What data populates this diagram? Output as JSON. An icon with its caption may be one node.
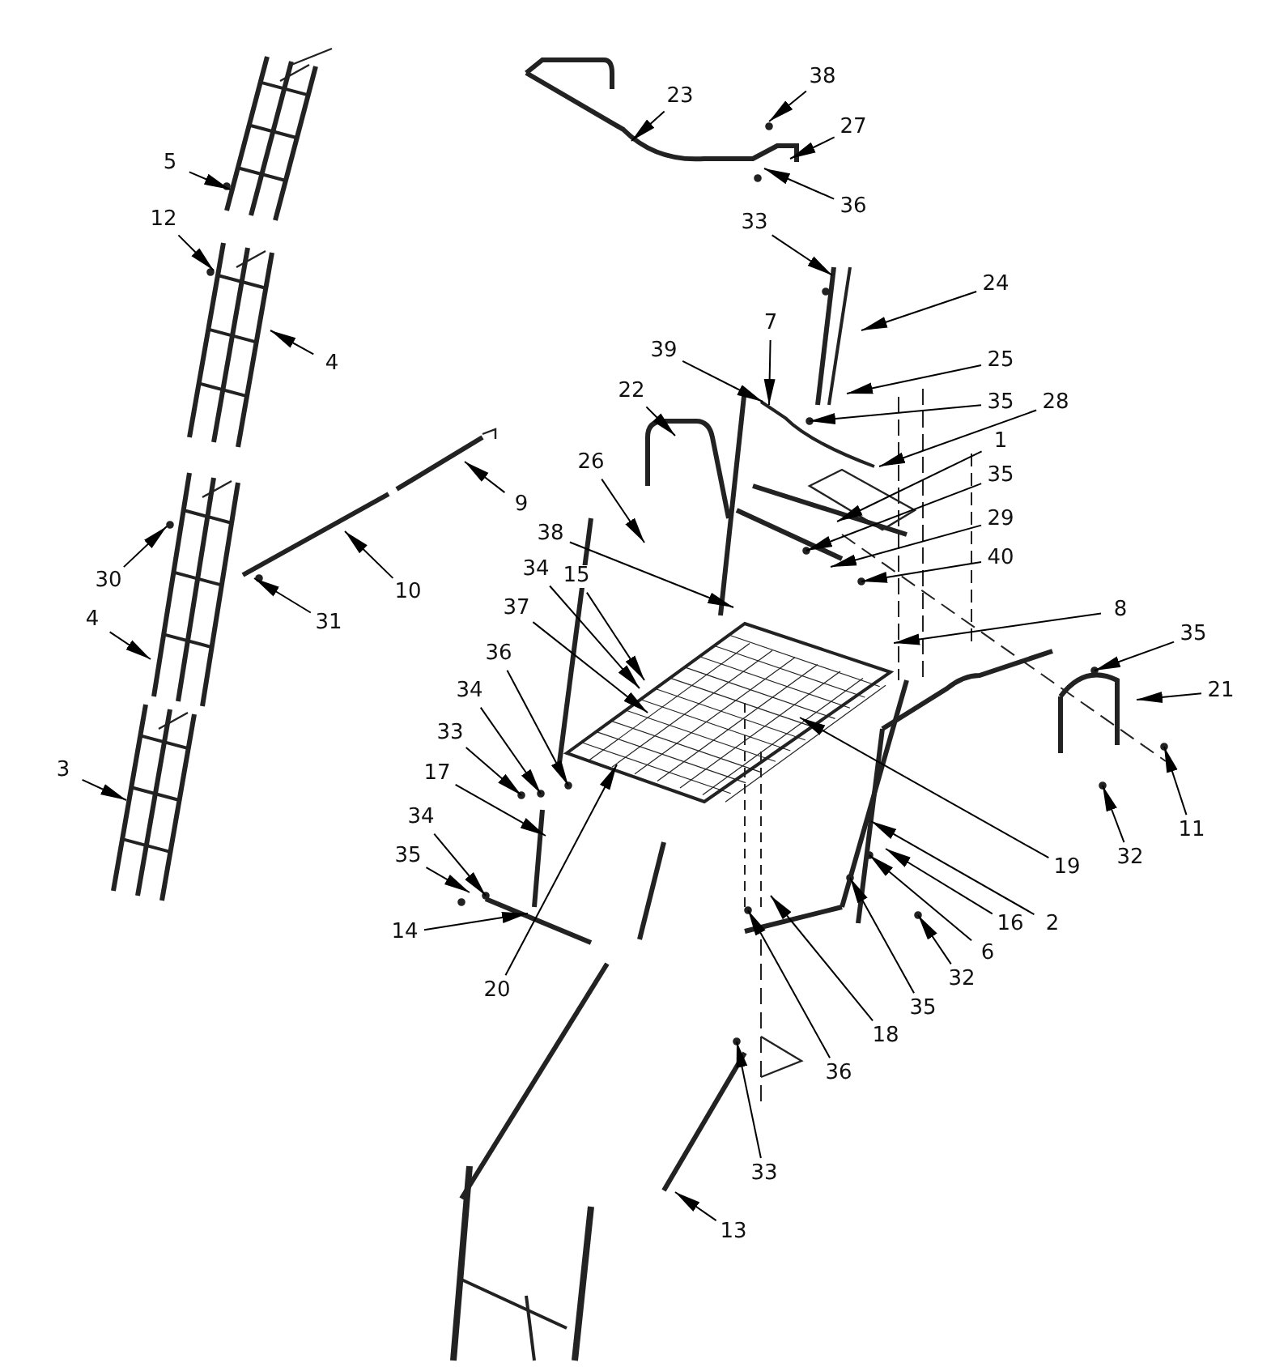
{
  "diagram": {
    "nodes": [
      {
        "text": [
          "5"
        ]
      },
      {
        "text": [
          "12"
        ]
      },
      {
        "text": [
          "4"
        ]
      },
      {
        "text": [
          "30"
        ]
      },
      {
        "text": [
          "4"
        ]
      },
      {
        "text": [
          "3"
        ]
      },
      {
        "text": [
          "10"
        ]
      },
      {
        "text": [
          "31"
        ]
      },
      {
        "text": [
          "9"
        ]
      },
      {
        "text": [
          "23"
        ]
      },
      {
        "text": [
          "38"
        ]
      },
      {
        "text": [
          "27"
        ]
      },
      {
        "text": [
          "36"
        ]
      },
      {
        "text": [
          "33"
        ]
      },
      {
        "text": [
          "24"
        ]
      },
      {
        "text": [
          "7"
        ]
      },
      {
        "text": [
          "39"
        ]
      },
      {
        "text": [
          "25"
        ]
      },
      {
        "text": [
          "35"
        ]
      },
      {
        "text": [
          "28"
        ]
      },
      {
        "text": [
          "22"
        ]
      },
      {
        "text": [
          "1"
        ]
      },
      {
        "text": [
          "26"
        ]
      },
      {
        "text": [
          "35"
        ]
      },
      {
        "text": [
          "29"
        ]
      },
      {
        "text": [
          "38"
        ]
      },
      {
        "text": [
          "34"
        ]
      },
      {
        "text": [
          "15"
        ]
      },
      {
        "text": [
          "40"
        ]
      },
      {
        "text": [
          "37"
        ]
      },
      {
        "text": [
          "8"
        ]
      },
      {
        "text": [
          "36"
        ]
      },
      {
        "text": [
          "35"
        ]
      },
      {
        "text": [
          "21"
        ]
      },
      {
        "text": [
          "34"
        ]
      },
      {
        "text": [
          "33"
        ]
      },
      {
        "text": [
          "17"
        ]
      },
      {
        "text": [
          "19"
        ]
      },
      {
        "text": [
          "32"
        ]
      },
      {
        "text": [
          "11"
        ]
      },
      {
        "text": [
          "34"
        ]
      },
      {
        "text": [
          "16"
        ]
      },
      {
        "text": [
          "2"
        ]
      },
      {
        "text": [
          "35"
        ]
      },
      {
        "text": [
          "6"
        ]
      },
      {
        "text": [
          "14"
        ]
      },
      {
        "text": [
          "32"
        ]
      },
      {
        "text": [
          "20"
        ]
      },
      {
        "text": [
          "35"
        ]
      },
      {
        "text": [
          "18"
        ]
      },
      {
        "text": [
          "36"
        ]
      },
      {
        "text": [
          "33"
        ]
      },
      {
        "text": [
          "13"
        ]
      }
    ],
    "edges": [
      {
        "from": 0,
        "to": null,
        "arrow": "to"
      },
      {
        "from": 1,
        "to": null,
        "arrow": "to"
      },
      {
        "from": 2,
        "to": null,
        "arrow": "to"
      },
      {
        "from": 3,
        "to": null,
        "arrow": "to"
      },
      {
        "from": 4,
        "to": null,
        "arrow": "to"
      },
      {
        "from": 5,
        "to": null,
        "arrow": "to"
      },
      {
        "from": 6,
        "to": null,
        "arrow": "to"
      },
      {
        "from": 7,
        "to": null,
        "arrow": "to"
      },
      {
        "from": 8,
        "to": null,
        "arrow": "to"
      },
      {
        "from": 9,
        "to": null,
        "arrow": "to"
      },
      {
        "from": 10,
        "to": null,
        "arrow": "to"
      },
      {
        "from": 11,
        "to": null,
        "arrow": "to"
      },
      {
        "from": 12,
        "to": null,
        "arrow": "to"
      },
      {
        "from": 13,
        "to": null,
        "arrow": "to"
      },
      {
        "from": 14,
        "to": null,
        "arrow": "to"
      },
      {
        "from": 15,
        "to": null,
        "arrow": "to"
      },
      {
        "from": 16,
        "to": null,
        "arrow": "to"
      },
      {
        "from": 17,
        "to": null,
        "arrow": "to"
      },
      {
        "from": 18,
        "to": null,
        "arrow": "to"
      },
      {
        "from": 19,
        "to": null,
        "arrow": "to"
      },
      {
        "from": 20,
        "to": null,
        "arrow": "to"
      },
      {
        "from": 21,
        "to": null,
        "arrow": "to"
      },
      {
        "from": 22,
        "to": null,
        "arrow": "to"
      },
      {
        "from": 23,
        "to": null,
        "arrow": "to"
      },
      {
        "from": 24,
        "to": null,
        "arrow": "to"
      },
      {
        "from": 25,
        "to": null,
        "arrow": "to"
      },
      {
        "from": 26,
        "to": null,
        "arrow": "to"
      },
      {
        "from": 27,
        "to": null,
        "arrow": "to"
      },
      {
        "from": 28,
        "to": null,
        "arrow": "to"
      },
      {
        "from": 29,
        "to": null,
        "arrow": "to"
      },
      {
        "from": 30,
        "to": null,
        "arrow": "to"
      },
      {
        "from": 31,
        "to": null,
        "arrow": "to"
      },
      {
        "from": 32,
        "to": null,
        "arrow": "to"
      },
      {
        "from": 33,
        "to": null,
        "arrow": "to"
      },
      {
        "from": 34,
        "to": null,
        "arrow": "to"
      },
      {
        "from": 35,
        "to": null,
        "arrow": "to"
      },
      {
        "from": 36,
        "to": null,
        "arrow": "to"
      },
      {
        "from": 37,
        "to": null,
        "arrow": "to"
      },
      {
        "from": 38,
        "to": null,
        "arrow": "to"
      },
      {
        "from": 39,
        "to": null,
        "arrow": "to"
      },
      {
        "from": 40,
        "to": null,
        "arrow": "to"
      },
      {
        "from": 41,
        "to": null,
        "arrow": "to"
      },
      {
        "from": 42,
        "to": null,
        "arrow": "to"
      },
      {
        "from": 43,
        "to": null,
        "arrow": "to"
      },
      {
        "from": 44,
        "to": null,
        "arrow": "to"
      },
      {
        "from": 45,
        "to": null,
        "arrow": "to"
      },
      {
        "from": 46,
        "to": null,
        "arrow": "to"
      },
      {
        "from": 47,
        "to": null,
        "arrow": "to"
      },
      {
        "from": 48,
        "to": null,
        "arrow": "to"
      },
      {
        "from": 49,
        "to": null,
        "arrow": "to"
      },
      {
        "from": 50,
        "to": null,
        "arrow": "to"
      },
      {
        "from": 51,
        "to": null,
        "arrow": "to"
      },
      {
        "from": 52,
        "to": null,
        "arrow": "to"
      }
    ]
  }
}
